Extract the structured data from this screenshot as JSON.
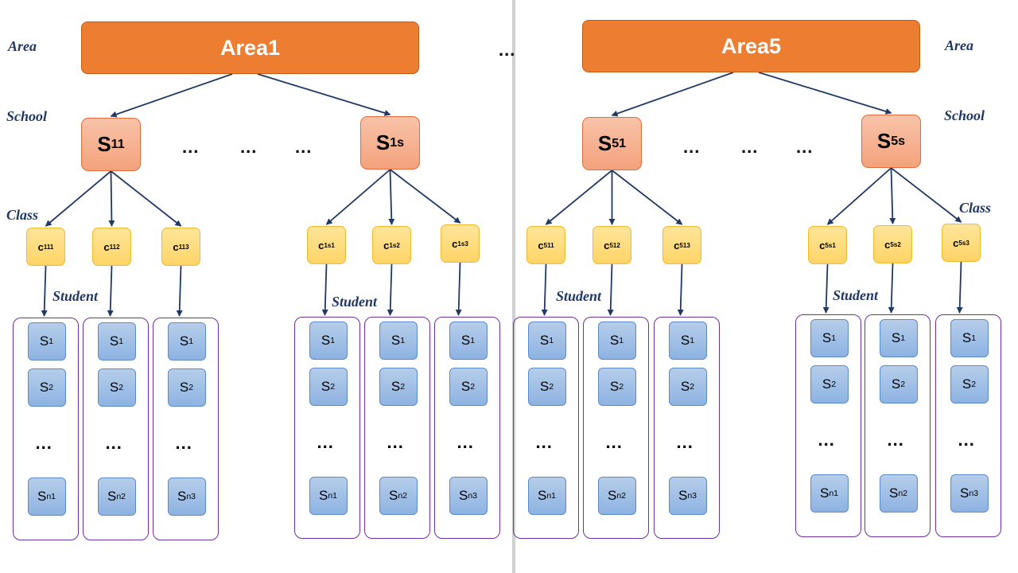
{
  "colors": {
    "area_fill": "#ED7D31",
    "school_fill": "#F4B183",
    "class_fill": "#FFD966",
    "student_fill": "#9DC3E6",
    "group_border": "#7030A0",
    "arrow": "#1F3864",
    "label_text": "#1F3864"
  },
  "labels": {
    "area_left": "Area",
    "area_right": "Area",
    "school_left": "School",
    "school_right": "School",
    "class_left": "Class",
    "class_right": "Class",
    "student_1": "Student",
    "student_2": "Student",
    "student_3": "Student",
    "student_4": "Student"
  },
  "ellipsis": "...",
  "areas": [
    {
      "name": "Area1",
      "schools": [
        {
          "base": "S",
          "sub": "11",
          "classes": [
            {
              "base": "c",
              "sub": "111",
              "students": [
                {
                  "base": "S",
                  "sub": "1"
                },
                {
                  "base": "S",
                  "sub": "2"
                },
                {
                  "base": "S",
                  "sub": "n1"
                }
              ]
            },
            {
              "base": "c",
              "sub": "112",
              "students": [
                {
                  "base": "S",
                  "sub": "1"
                },
                {
                  "base": "S",
                  "sub": "2"
                },
                {
                  "base": "S",
                  "sub": "n2"
                }
              ]
            },
            {
              "base": "c",
              "sub": "113",
              "students": [
                {
                  "base": "S",
                  "sub": "1"
                },
                {
                  "base": "S",
                  "sub": "2"
                },
                {
                  "base": "S",
                  "sub": "n3"
                }
              ]
            }
          ]
        },
        {
          "base": "S",
          "sub": "1s",
          "classes": [
            {
              "base": "c",
              "sub": "1s1",
              "students": [
                {
                  "base": "S",
                  "sub": "1"
                },
                {
                  "base": "S",
                  "sub": "2"
                },
                {
                  "base": "S",
                  "sub": "n1"
                }
              ]
            },
            {
              "base": "c",
              "sub": "1s2",
              "students": [
                {
                  "base": "S",
                  "sub": "1"
                },
                {
                  "base": "S",
                  "sub": "2"
                },
                {
                  "base": "S",
                  "sub": "n2"
                }
              ]
            },
            {
              "base": "c",
              "sub": "1s3",
              "students": [
                {
                  "base": "S",
                  "sub": "1"
                },
                {
                  "base": "S",
                  "sub": "2"
                },
                {
                  "base": "S",
                  "sub": "n3"
                }
              ]
            }
          ]
        }
      ]
    },
    {
      "name": "Area5",
      "schools": [
        {
          "base": "S",
          "sub": "51",
          "classes": [
            {
              "base": "c",
              "sub": "511",
              "students": [
                {
                  "base": "S",
                  "sub": "1"
                },
                {
                  "base": "S",
                  "sub": "2"
                },
                {
                  "base": "S",
                  "sub": "n1"
                }
              ]
            },
            {
              "base": "c",
              "sub": "512",
              "students": [
                {
                  "base": "S",
                  "sub": "1"
                },
                {
                  "base": "S",
                  "sub": "2"
                },
                {
                  "base": "S",
                  "sub": "n2"
                }
              ]
            },
            {
              "base": "c",
              "sub": "513",
              "students": [
                {
                  "base": "S",
                  "sub": "1"
                },
                {
                  "base": "S",
                  "sub": "2"
                },
                {
                  "base": "S",
                  "sub": "n3"
                }
              ]
            }
          ]
        },
        {
          "base": "S",
          "sub": "5s",
          "classes": [
            {
              "base": "c",
              "sub": "5s1",
              "students": [
                {
                  "base": "S",
                  "sub": "1"
                },
                {
                  "base": "S",
                  "sub": "2"
                },
                {
                  "base": "S",
                  "sub": "n1"
                }
              ]
            },
            {
              "base": "c",
              "sub": "5s2",
              "students": [
                {
                  "base": "S",
                  "sub": "1"
                },
                {
                  "base": "S",
                  "sub": "2"
                },
                {
                  "base": "S",
                  "sub": "n2"
                }
              ]
            },
            {
              "base": "c",
              "sub": "5s3",
              "students": [
                {
                  "base": "S",
                  "sub": "1"
                },
                {
                  "base": "S",
                  "sub": "2"
                },
                {
                  "base": "S",
                  "sub": "n3"
                }
              ]
            }
          ]
        }
      ]
    }
  ]
}
